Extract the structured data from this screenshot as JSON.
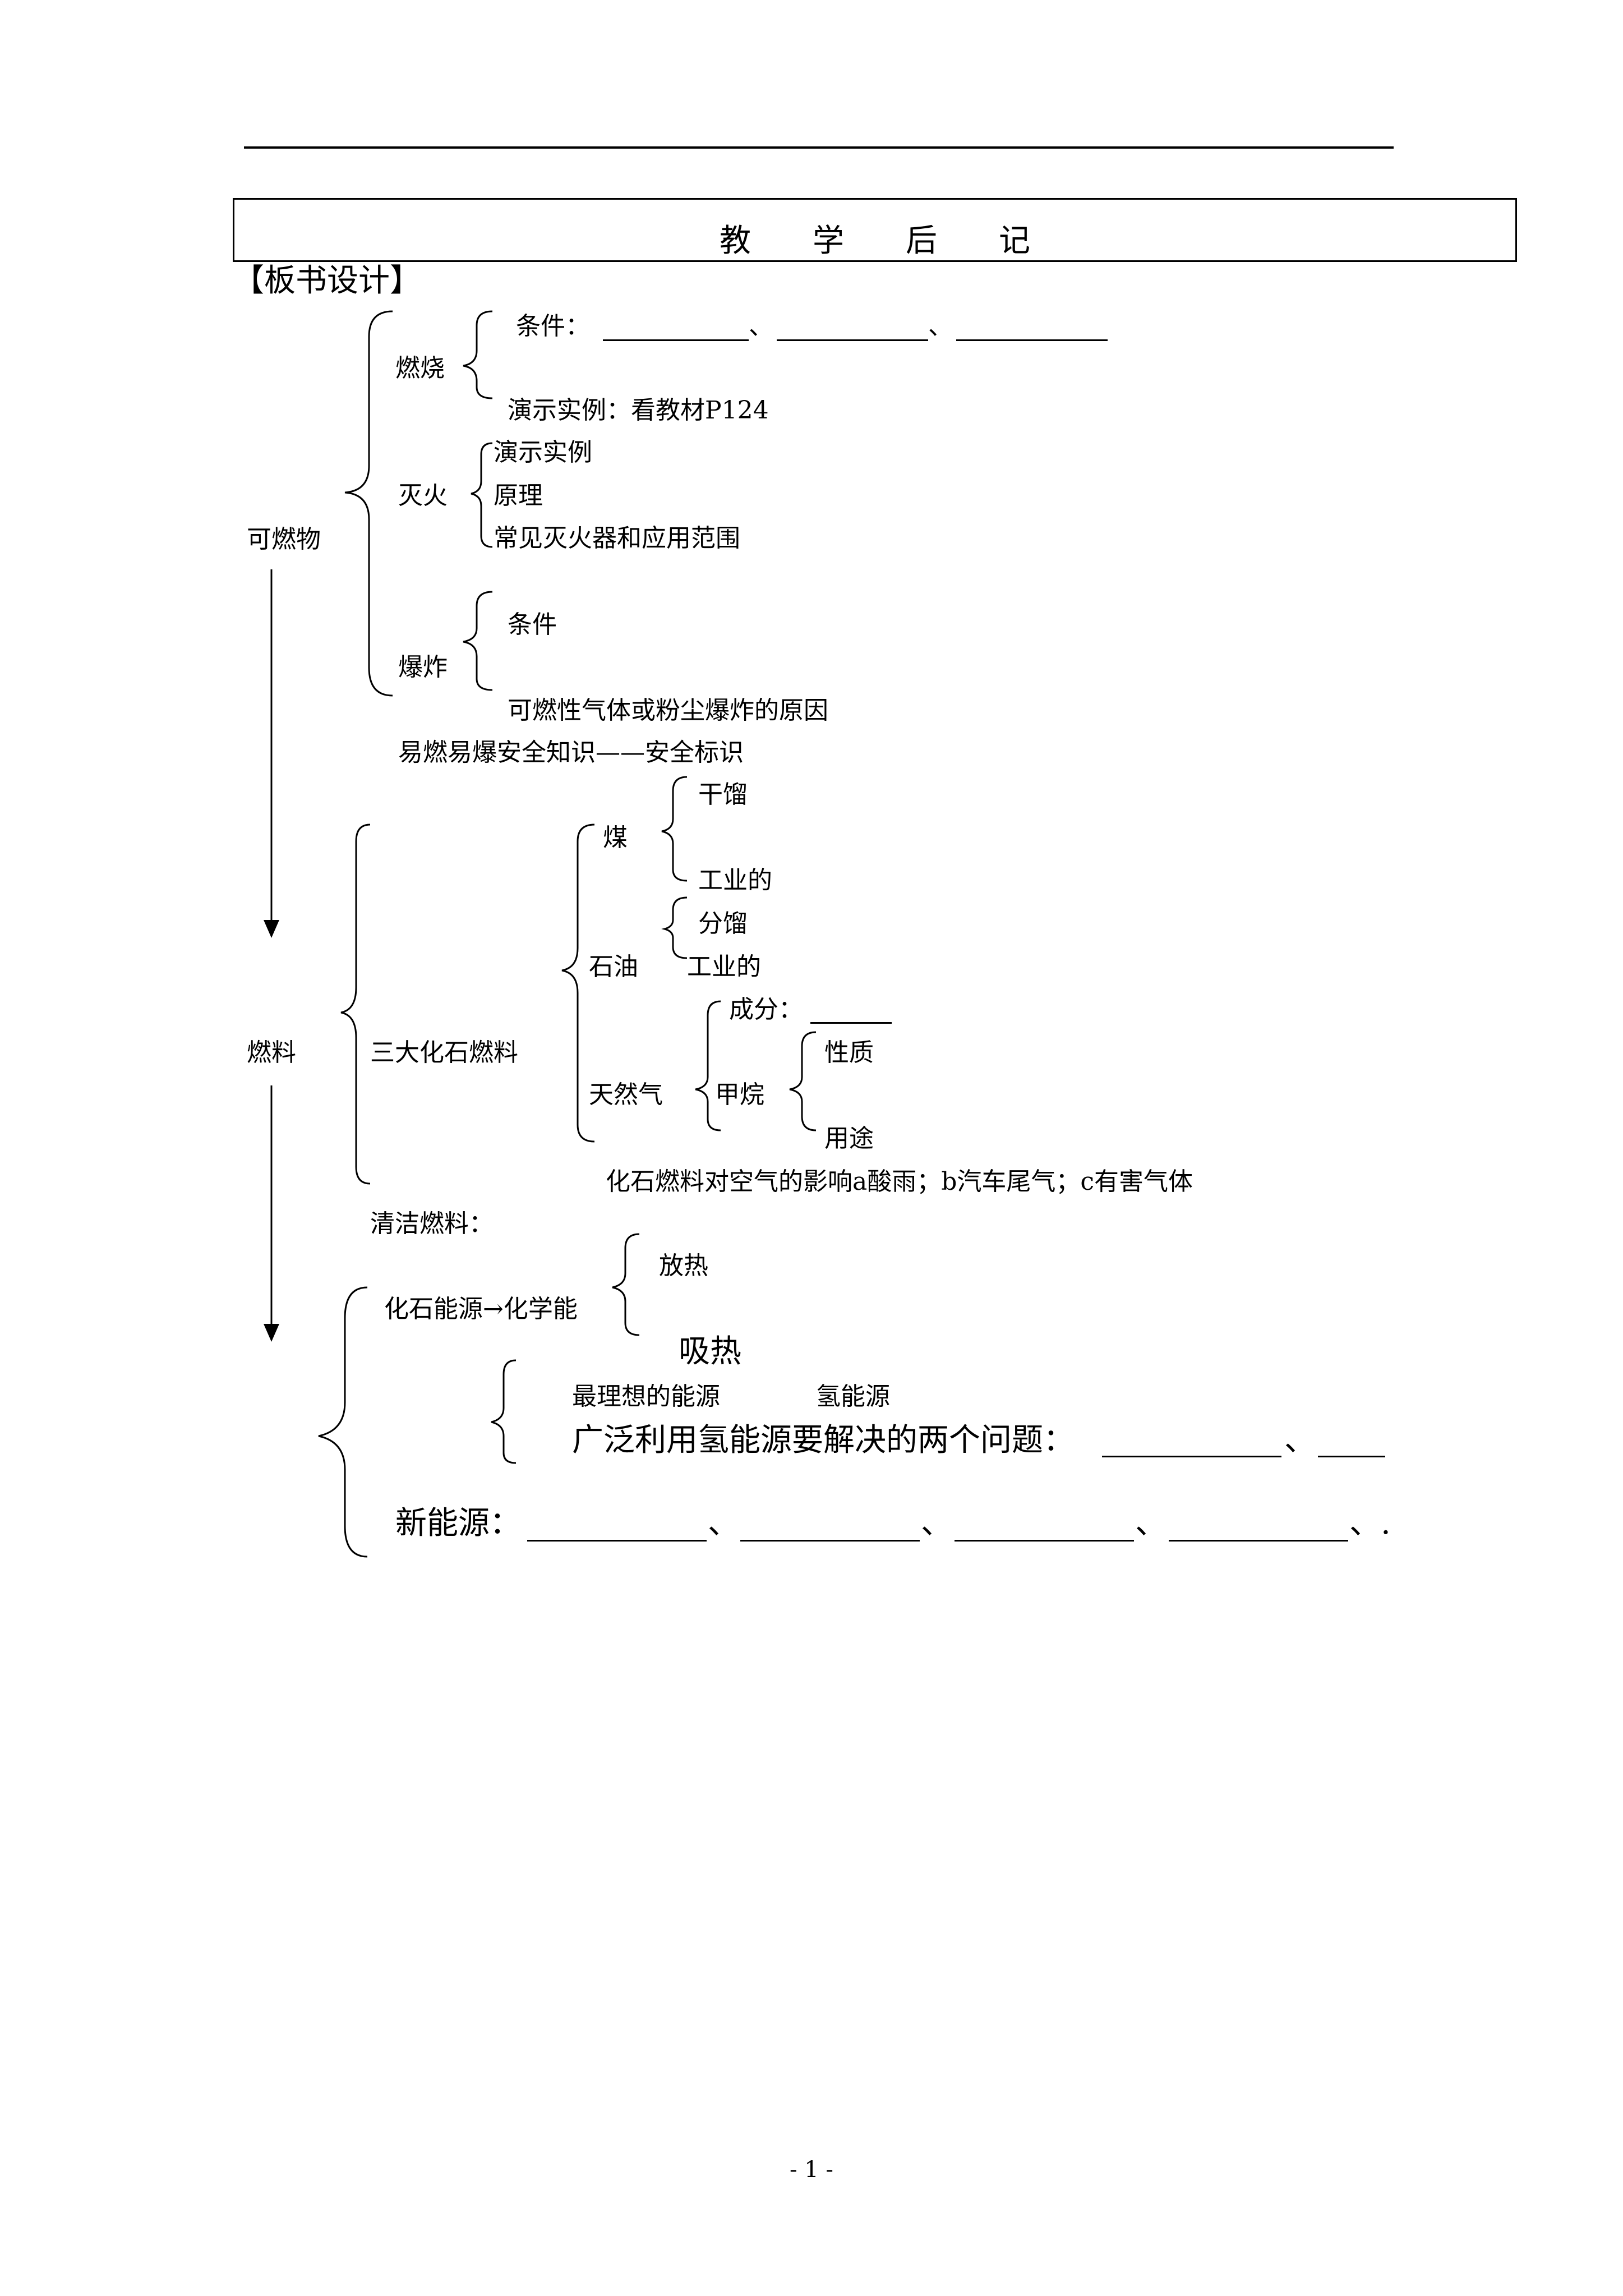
{
  "header_title": "教学后记",
  "section_label": "【板书设计】",
  "tree": {
    "flammable": "可燃物",
    "combustion": "燃烧",
    "combustion_condition": "条件：",
    "sep1": "、",
    "sep2": "、",
    "combustion_demo": "演示实例：看教材P124",
    "extinguish": "灭火",
    "extinguish_demo": "演示实例",
    "extinguish_principle": "原理",
    "extinguish_tools": "常见灭火器和应用范围",
    "explosion": "爆炸",
    "explosion_condition": "条件",
    "explosion_reason": "可燃性气体或粉尘爆炸的原因",
    "safety": "易燃易爆安全知识——安全标识",
    "fuel": "燃料",
    "fossil_fuels": "三大化石燃料",
    "coal": "煤",
    "coal_dry": "干馏",
    "coal_industry": "工业的",
    "oil": "石油",
    "oil_fraction": "分馏",
    "oil_industry": "工业的",
    "natural_gas": "天然气",
    "gas_component": "成分：",
    "methane": "甲烷",
    "methane_property": "性质",
    "methane_use": "用途",
    "air_effect": "化石燃料对空气的影响a酸雨；b汽车尾气；c有害气体",
    "clean_fuel": "清洁燃料：",
    "fossil_energy": "化石能源→化学能",
    "heat_release": "放热",
    "heat_absorb": "吸热",
    "ideal_energy": "最理想的能源",
    "hydrogen_energy": "氢能源",
    "hydrogen_problem": "广泛利用氢能源要解决的两个问题：",
    "hp_sep": "、",
    "new_energy": "新能源：",
    "ne_sep1": "、",
    "ne_sep2": "、",
    "ne_sep3": "、",
    "ne_sep4": "、."
  },
  "page_number": "- 1 -"
}
